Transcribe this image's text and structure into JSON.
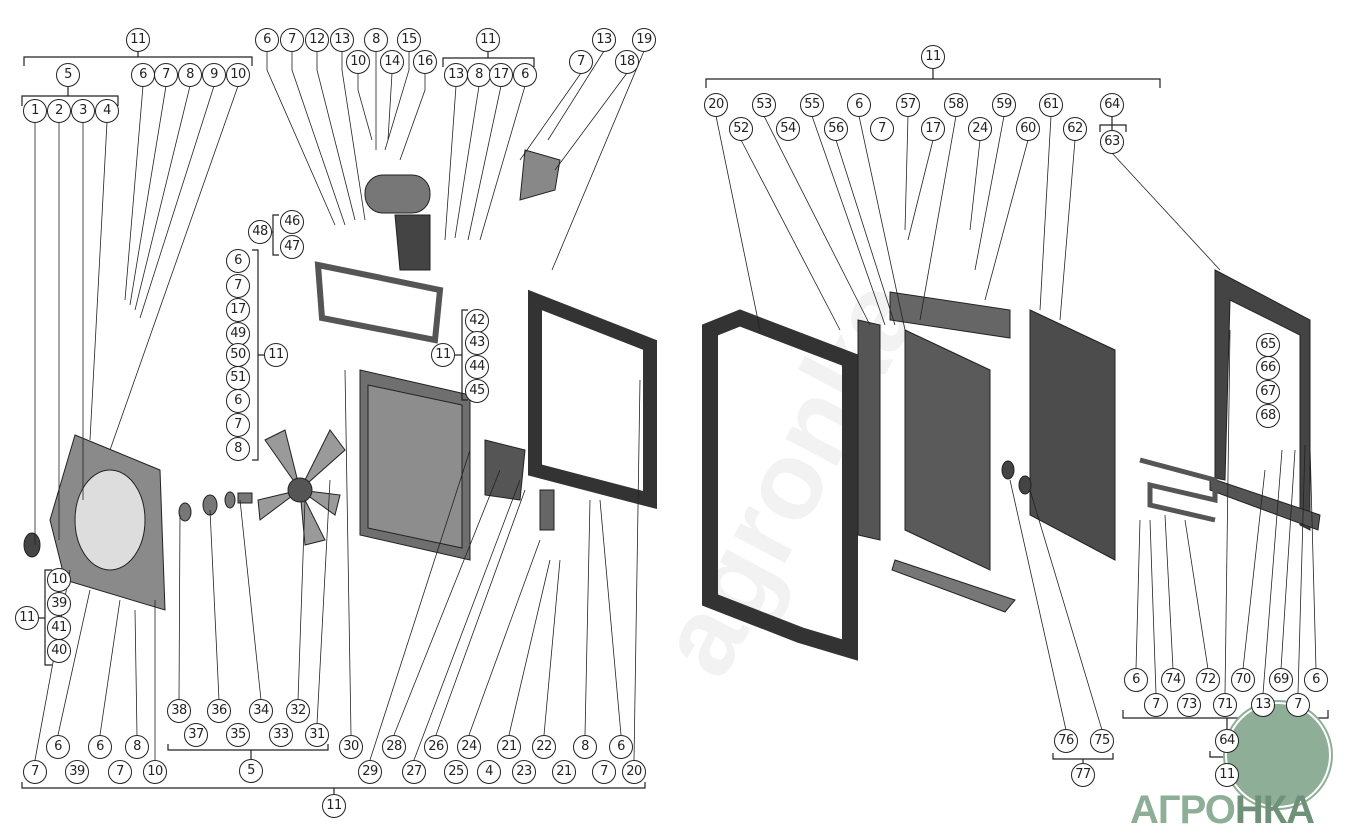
{
  "callouts": [
    "11",
    "5",
    "1",
    "2",
    "3",
    "4",
    "6",
    "7",
    "8",
    "9",
    "10",
    "6",
    "7",
    "12",
    "13",
    "8",
    "15",
    "10",
    "14",
    "16",
    "11",
    "13",
    "8",
    "17",
    "6",
    "13",
    "19",
    "7",
    "18",
    "48",
    "46",
    "47",
    "6",
    "7",
    "17",
    "49",
    "50",
    "11",
    "51",
    "6",
    "7",
    "8",
    "42",
    "11",
    "43",
    "44",
    "45",
    "10",
    "11",
    "39",
    "41",
    "40",
    "7",
    "6",
    "39",
    "6",
    "7",
    "8",
    "10",
    "38",
    "37",
    "36",
    "35",
    "34",
    "33",
    "32",
    "31",
    "5",
    "30",
    "29",
    "28",
    "27",
    "26",
    "25",
    "24",
    "4",
    "21",
    "23",
    "22",
    "21",
    "8",
    "7",
    "6",
    "20",
    "11",
    "11",
    "20",
    "52",
    "53",
    "54",
    "55",
    "56",
    "6",
    "7",
    "57",
    "17",
    "58",
    "24",
    "59",
    "60",
    "61",
    "62",
    "64",
    "63",
    "65",
    "66",
    "67",
    "68",
    "6",
    "7",
    "74",
    "73",
    "72",
    "71",
    "70",
    "13",
    "69",
    "7",
    "6",
    "64",
    "11",
    "76",
    "75",
    "77"
  ],
  "logo": {
    "text_left": "АГРО",
    "text_right": "НКА"
  },
  "watermark": "agronka",
  "colors": {
    "logo": "#8fae97",
    "ink": "#222222",
    "part": "#555555"
  }
}
